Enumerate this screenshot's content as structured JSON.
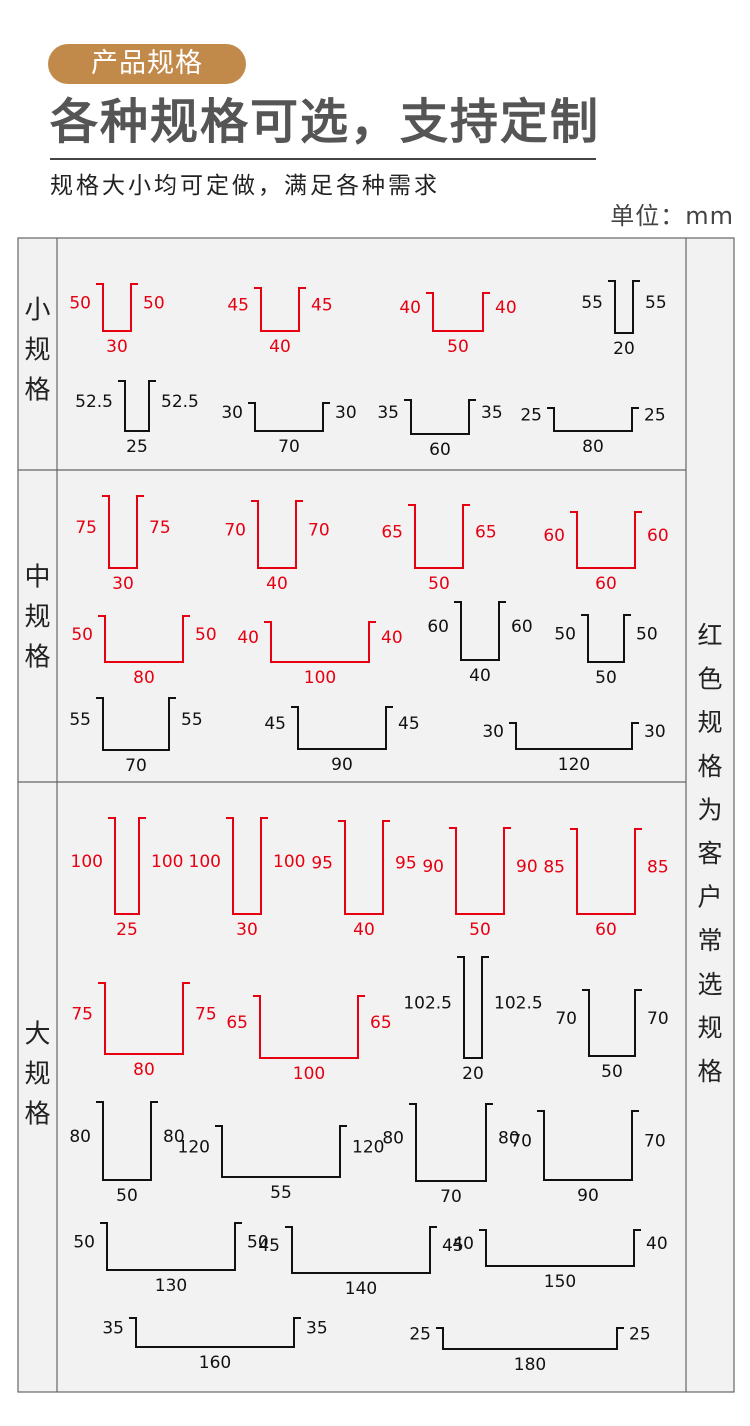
{
  "header": {
    "badge": "产品规格",
    "headline": "各种规格可选，支持定制",
    "subline": "规格大小均可定做，满足各种需求",
    "unit": "单位：mm"
  },
  "colors": {
    "red": "#e60012",
    "black": "#111111",
    "panel": "#f2f2f2",
    "badge": "#c28a4a"
  },
  "table": {
    "side_note": [
      "红",
      "色",
      "规",
      "格",
      "为",
      "客",
      "户",
      "常",
      "选",
      "规",
      "格"
    ],
    "sections": [
      {
        "label": [
          "小",
          "规",
          "格"
        ],
        "items": [
          {
            "red": true,
            "left": "50",
            "right": "50",
            "bottom": "30"
          },
          {
            "red": true,
            "left": "45",
            "right": "45",
            "bottom": "40"
          },
          {
            "red": true,
            "left": "40",
            "right": "40",
            "bottom": "50"
          },
          {
            "red": false,
            "left": "55",
            "right": "55",
            "bottom": "20"
          },
          {
            "red": false,
            "left": "52.5",
            "right": "52.5",
            "bottom": "25"
          },
          {
            "red": false,
            "left": "30",
            "right": "30",
            "bottom": "70"
          },
          {
            "red": false,
            "left": "35",
            "right": "35",
            "bottom": "60"
          },
          {
            "red": false,
            "left": "25",
            "right": "25",
            "bottom": "80"
          }
        ]
      },
      {
        "label": [
          "中",
          "规",
          "格"
        ],
        "items": [
          {
            "red": true,
            "left": "75",
            "right": "75",
            "bottom": "30"
          },
          {
            "red": true,
            "left": "70",
            "right": "70",
            "bottom": "40"
          },
          {
            "red": true,
            "left": "65",
            "right": "65",
            "bottom": "50"
          },
          {
            "red": true,
            "left": "60",
            "right": "60",
            "bottom": "60"
          },
          {
            "red": true,
            "left": "50",
            "right": "50",
            "bottom": "80"
          },
          {
            "red": true,
            "left": "40",
            "right": "40",
            "bottom": "100"
          },
          {
            "red": false,
            "left": "60",
            "right": "60",
            "bottom": "40"
          },
          {
            "red": false,
            "left": "50",
            "right": "50",
            "bottom": "50"
          },
          {
            "red": false,
            "left": "55",
            "right": "55",
            "bottom": "70"
          },
          {
            "red": false,
            "left": "45",
            "right": "45",
            "bottom": "90"
          },
          {
            "red": false,
            "left": "30",
            "right": "30",
            "bottom": "120"
          }
        ]
      },
      {
        "label": [
          "大",
          "规",
          "格"
        ],
        "items": [
          {
            "red": true,
            "left": "100",
            "right": "100",
            "bottom": "25"
          },
          {
            "red": true,
            "left": "100",
            "right": "100",
            "bottom": "30"
          },
          {
            "red": true,
            "left": "95",
            "right": "95",
            "bottom": "40"
          },
          {
            "red": true,
            "left": "90",
            "right": "90",
            "bottom": "50"
          },
          {
            "red": true,
            "left": "85",
            "right": "85",
            "bottom": "60"
          },
          {
            "red": true,
            "left": "75",
            "right": "75",
            "bottom": "80"
          },
          {
            "red": true,
            "left": "65",
            "right": "65",
            "bottom": "100"
          },
          {
            "red": false,
            "left": "102.5",
            "right": "102.5",
            "bottom": "20"
          },
          {
            "red": false,
            "left": "70",
            "right": "70",
            "bottom": "50"
          },
          {
            "red": false,
            "left": "80",
            "right": "80",
            "bottom": "50"
          },
          {
            "red": false,
            "left": "120",
            "right": "120",
            "bottom": "55"
          },
          {
            "red": false,
            "left": "80",
            "right": "80",
            "bottom": "70"
          },
          {
            "red": false,
            "left": "70",
            "right": "70",
            "bottom": "90"
          },
          {
            "red": false,
            "left": "50",
            "right": "50",
            "bottom": "130"
          },
          {
            "red": false,
            "left": "45",
            "right": "45",
            "bottom": "140"
          },
          {
            "red": false,
            "left": "40",
            "right": "40",
            "bottom": "150"
          },
          {
            "red": false,
            "left": "35",
            "right": "35",
            "bottom": "160"
          },
          {
            "red": false,
            "left": "25",
            "right": "25",
            "bottom": "180"
          }
        ]
      }
    ]
  }
}
